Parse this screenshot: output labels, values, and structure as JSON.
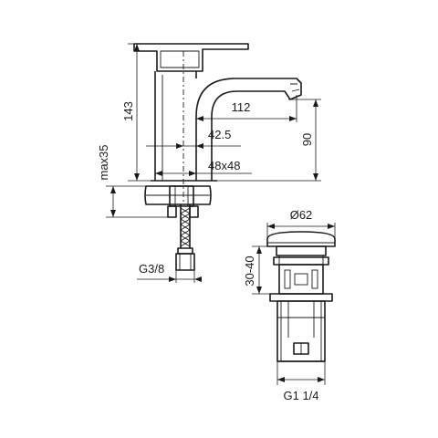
{
  "dimensions": {
    "height_total": "143",
    "spout_reach": "112",
    "spout_height": "90",
    "body_offset": "42.5",
    "body_section": "48x48",
    "max_deck": "max35",
    "hose_thread": "G3/8",
    "waste_diameter": "Ø62",
    "waste_lift": "30-40",
    "waste_thread": "G1 1/4"
  }
}
